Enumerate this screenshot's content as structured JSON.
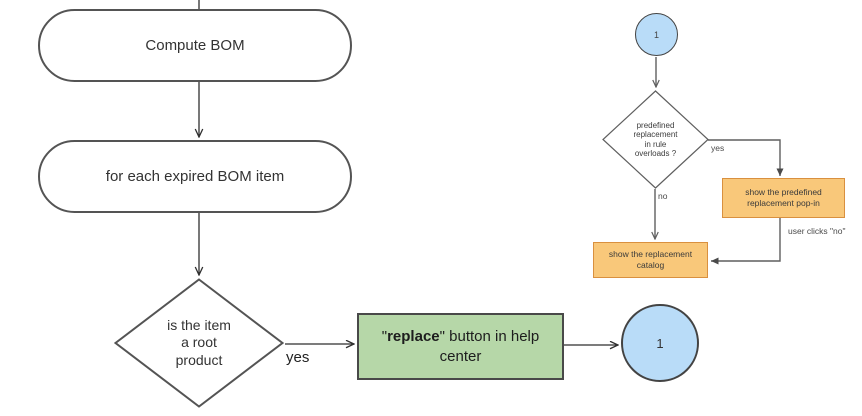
{
  "colors": {
    "green_fill": "#b6d7a8",
    "green_border": "#494949",
    "blue_fill": "#b9dcf8",
    "blue_border": "#434343",
    "orange_fill": "#f9c87a",
    "orange_border": "#d9903f",
    "shape_border": "#545454",
    "line_dark": "#2f2f2f",
    "line_gray": "#5f5f5f",
    "text_dark": "#2e2e2e"
  },
  "main_flow": {
    "compute_bom": "Compute BOM",
    "for_each_expired": "for each expired BOM item",
    "root_product_decision": "is the item\na root\nproduct",
    "yes_label": "yes",
    "replace_open_quote": "\"",
    "replace_bold": "replace",
    "replace_rest": "\" button in help center",
    "offpage_connector": "1"
  },
  "sub_flow": {
    "entry_connector": "1",
    "overloads_decision": "predefined\nreplacement\nin rule\noverloads ?",
    "yes_label": "yes",
    "no_label": "no",
    "popin_action": "show the predefined\nreplacement pop-in",
    "user_clicks_no_label": "user clicks \"no\"",
    "catalog_action": "show the replacement\ncatalog"
  }
}
